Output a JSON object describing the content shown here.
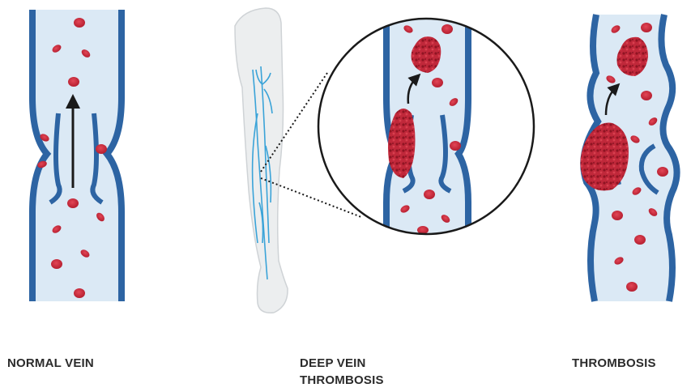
{
  "labels": {
    "normal_vein": "NORMAL VEIN",
    "deep_vein_line1": "DEEP VEIN",
    "deep_vein_line2": "THROMBOSIS",
    "thrombosis": "THROMBOSIS"
  },
  "colors": {
    "vein_wall": "#2d64a3",
    "vein_lumen": "#dbe9f5",
    "blood_cell": "#c7283a",
    "clot": "#b3202f",
    "leg_skin": "#eceeef",
    "leg_veins": "#3aa3d8",
    "arrow": "#1a1a1a"
  },
  "icons": {
    "cell": "red-blood-cell",
    "clot": "blood-clot",
    "leg": "leg-with-veins"
  }
}
